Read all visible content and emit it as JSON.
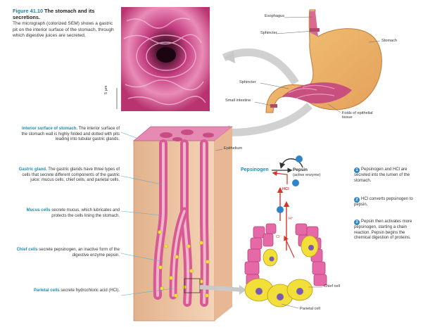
{
  "caption": {
    "figure_no": "Figure 41.10",
    "title": "The stomach and its secretions.",
    "text": "The micrograph (colorized SEM) shows a gastric pit on the interior surface of the stomach, through which digestive juices are secreted."
  },
  "scale_bar": "5 µm",
  "stomach_labels": {
    "esophagus": "Esophagus",
    "sphincter_top": "Sphincter",
    "stomach": "Stomach",
    "sphincter_bottom": "Sphincter",
    "small_intestine": "Small intestine",
    "folds": "Folds of epithelial tissue"
  },
  "epithelium_label": "Epithelium",
  "side_notes": [
    {
      "term": "Interior surface of stomach.",
      "text": "The interior surface of the stomach wall is highly folded and dotted with pits leading into tubular gastric glands."
    },
    {
      "term": "Gastric gland.",
      "text": "The gastric glands have three types of cells that secrete different components of the gastric juice: mucus cells, chief cells, and parietal cells."
    },
    {
      "term": "Mucus cells",
      "text": "secrete mucus, which lubricates and protects the cells lining the stomach."
    },
    {
      "term": "Chief cells",
      "text": "secrete pepsinogen, an inactive form of the digestive enzyme pepsin."
    },
    {
      "term": "Parietal cells",
      "text": "secrete hydrochloric acid (HCl)."
    }
  ],
  "chem": {
    "pepsinogen": "Pepsinogen",
    "pepsin": "Pepsin",
    "pepsin_sub": "(active enzyme)",
    "hcl": "HCl",
    "h": "H⁺",
    "cl": "Cl⁻",
    "chief_cell": "Chief cell",
    "parietal_cell": "Parietal cell"
  },
  "steps": [
    {
      "n": "1",
      "text": "Pepsinogen and HCl are secreted into the lumen of the stomach."
    },
    {
      "n": "2",
      "text": "HCl converts pepsinogen to pepsin."
    },
    {
      "n": "3",
      "text": "Pepsin then activates more pepsinogen, starting a chain reaction. Pepsin begins the chemical digestion of proteins."
    }
  ],
  "colors": {
    "tissue_pink": "#d85a93",
    "tissue_light": "#f0b6cd",
    "yellow_cell": "#f2df3a",
    "nucleus": "#7a5bb0",
    "accent_blue": "#2e86c8",
    "red_arrow": "#d8332b"
  }
}
